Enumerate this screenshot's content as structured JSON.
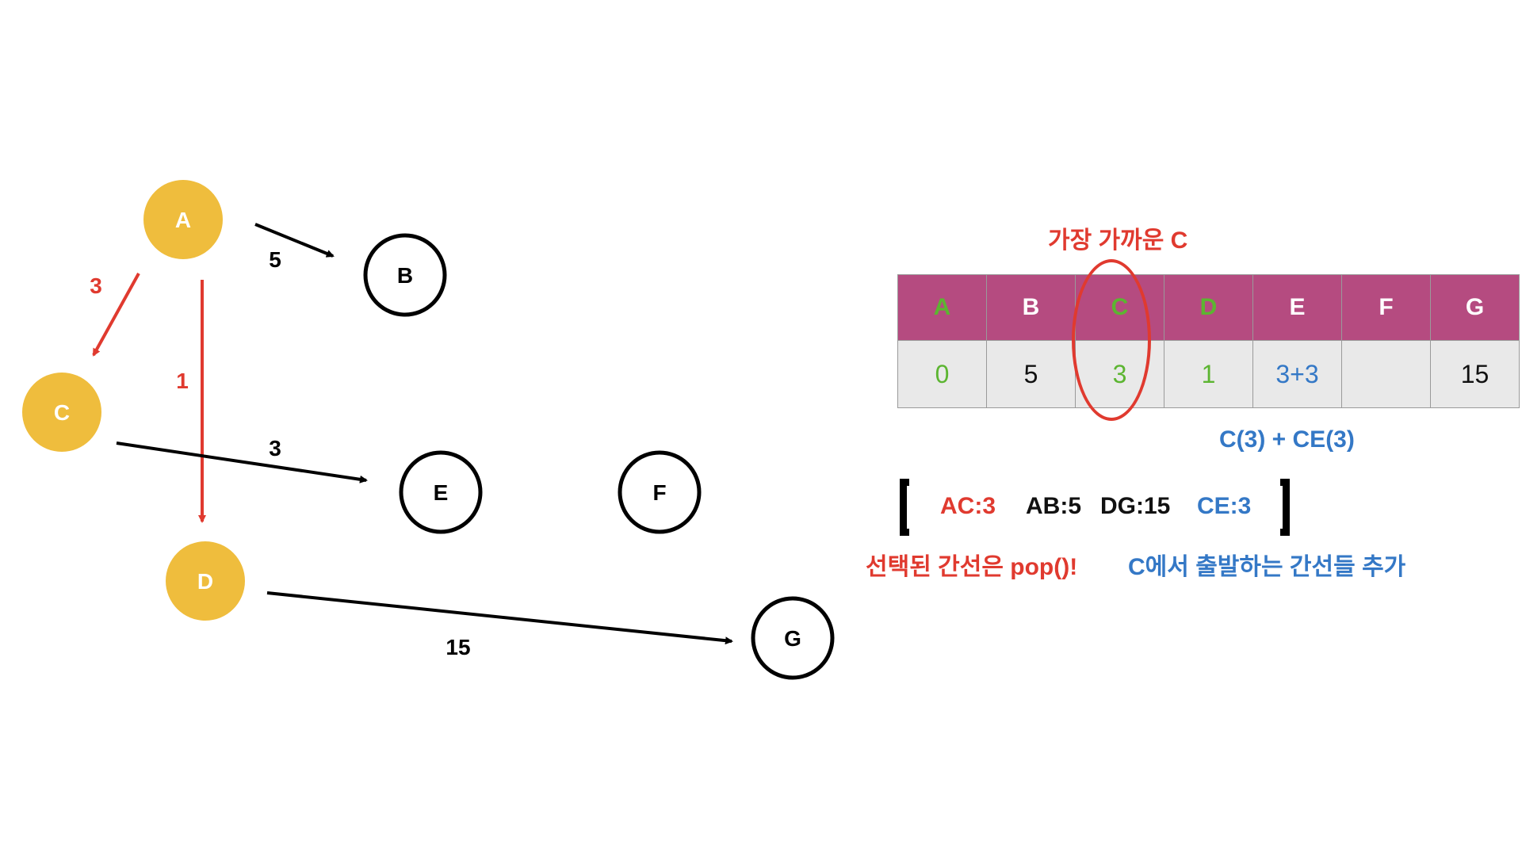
{
  "graph": {
    "nodes": [
      {
        "id": "A",
        "label": "A",
        "selected": true
      },
      {
        "id": "B",
        "label": "B",
        "selected": false
      },
      {
        "id": "C",
        "label": "C",
        "selected": true
      },
      {
        "id": "D",
        "label": "D",
        "selected": true
      },
      {
        "id": "E",
        "label": "E",
        "selected": false
      },
      {
        "id": "F",
        "label": "F",
        "selected": false
      },
      {
        "id": "G",
        "label": "G",
        "selected": false
      }
    ],
    "edges": [
      {
        "from": "A",
        "to": "B",
        "weight": "5",
        "color": "#000000"
      },
      {
        "from": "A",
        "to": "C",
        "weight": "3",
        "color": "#e03a2f"
      },
      {
        "from": "A",
        "to": "D",
        "weight": "1",
        "color": "#e03a2f"
      },
      {
        "from": "C",
        "to": "E",
        "weight": "3",
        "color": "#000000"
      },
      {
        "from": "D",
        "to": "G",
        "weight": "15",
        "color": "#000000"
      }
    ],
    "colors": {
      "selected_fill": "#efbd3d",
      "red": "#e03a2f",
      "black": "#000000"
    }
  },
  "table": {
    "headers": [
      {
        "label": "A",
        "color": "#5cb531"
      },
      {
        "label": "B",
        "color": "#ffffff"
      },
      {
        "label": "C",
        "color": "#5cb531"
      },
      {
        "label": "D",
        "color": "#5cb531"
      },
      {
        "label": "E",
        "color": "#ffffff"
      },
      {
        "label": "F",
        "color": "#ffffff"
      },
      {
        "label": "G",
        "color": "#ffffff"
      }
    ],
    "values": [
      {
        "value": "0",
        "color": "#5cb531"
      },
      {
        "value": "5",
        "color": "#111111"
      },
      {
        "value": "3",
        "color": "#5cb531"
      },
      {
        "value": "1",
        "color": "#5cb531"
      },
      {
        "value": "3+3",
        "color": "#3478c6"
      },
      {
        "value": "",
        "color": "#111111"
      },
      {
        "value": "15",
        "color": "#111111"
      }
    ],
    "header_bg": "#b54b80",
    "cell_bg": "#e9e9e9"
  },
  "notes": {
    "closest": "가장 가까운 C",
    "update": "C(3) + CE(3)",
    "popped": "선택된 간선은 pop()!",
    "added": "C에서 출발하는 간선들 추가"
  },
  "queue": {
    "items": [
      {
        "label": "AC:3",
        "color": "#e03a2f"
      },
      {
        "label": "AB:5",
        "color": "#111111"
      },
      {
        "label": "DG:15",
        "color": "#111111"
      },
      {
        "label": "CE:3",
        "color": "#3478c6"
      }
    ]
  }
}
